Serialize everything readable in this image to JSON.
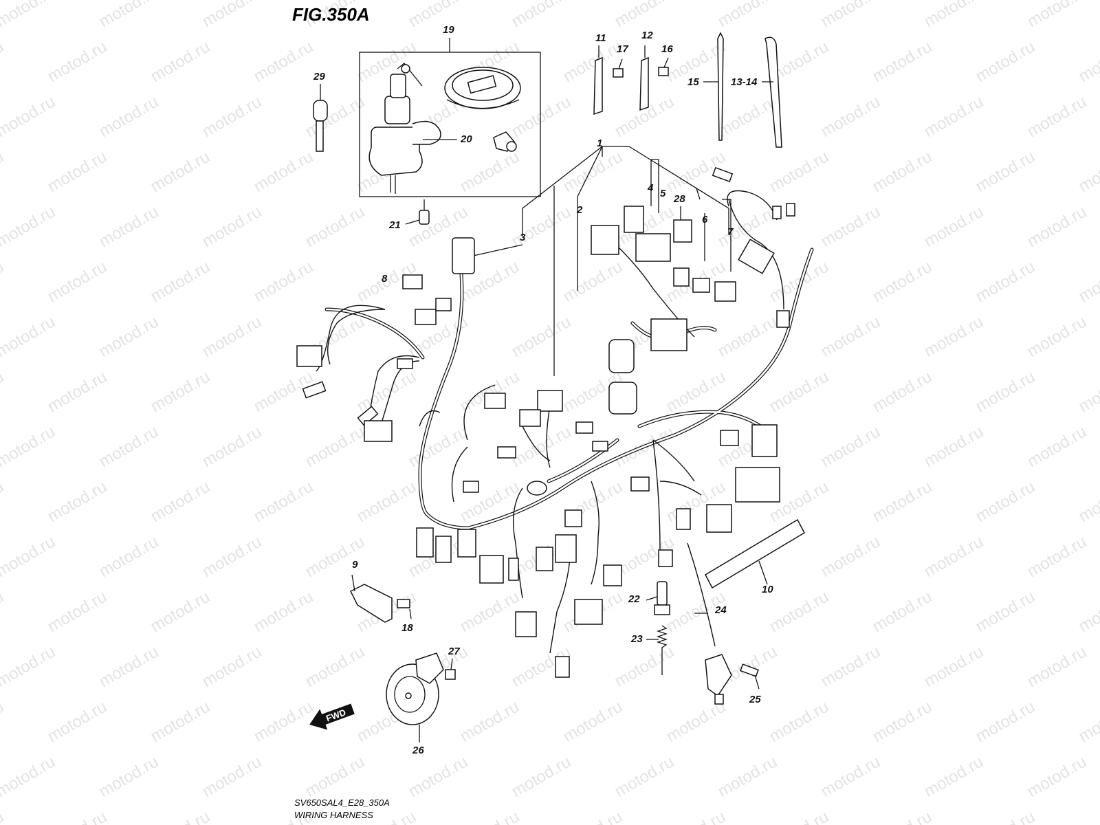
{
  "figure_title": "FIG.350A",
  "watermark": "motod.ru",
  "footer": {
    "code": "SV650SAL4_E28_350A",
    "name": "WIRING HARNESS"
  },
  "fwd_label": "FWD",
  "callouts": {
    "c1": "1",
    "c2": "2",
    "c3": "3",
    "c4": "4",
    "c5": "5",
    "c6": "6",
    "c7": "7",
    "c8": "8",
    "c9": "9",
    "c10": "10",
    "c11": "11",
    "c12": "12",
    "c13_14": "13-14",
    "c15": "15",
    "c16": "16",
    "c17": "17",
    "c18": "18",
    "c19": "19",
    "c20": "20",
    "c21": "21",
    "c22": "22",
    "c23": "23",
    "c24": "24",
    "c25": "25",
    "c26": "26",
    "c27": "27",
    "c28": "28",
    "c29": "29"
  }
}
